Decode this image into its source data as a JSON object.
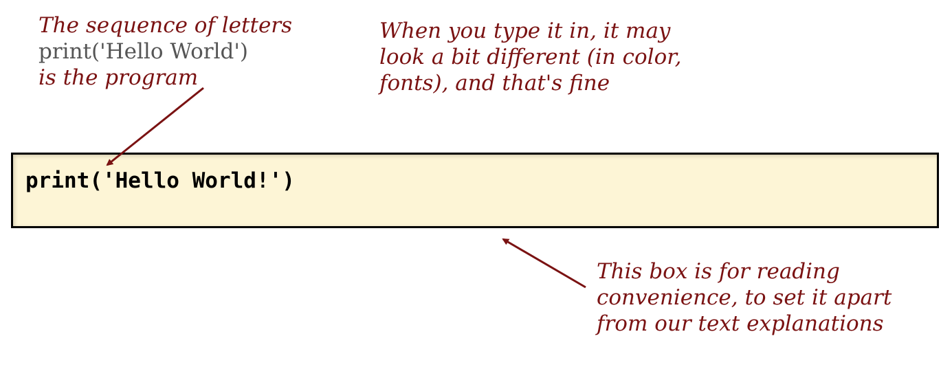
{
  "annotations": {
    "program_note": {
      "line1": "The sequence of letters",
      "line2": "print('Hello World')",
      "line3": "is the program"
    },
    "typing_note": {
      "line1": "When you type it in, it may",
      "line2": "look a bit different (in color,",
      "line3": "fonts), and that's fine"
    },
    "box_note": {
      "line1": "This box is for reading",
      "line2": "convenience,  to set it apart",
      "line3": "from our text explanations"
    }
  },
  "code_box": {
    "code": "print('Hello World!')",
    "background": "#fdf5d6",
    "border": "#000000"
  },
  "colors": {
    "annotation_text": "#7a1212",
    "arrow": "#7a1212",
    "code_sample_in_note": "#555555"
  }
}
